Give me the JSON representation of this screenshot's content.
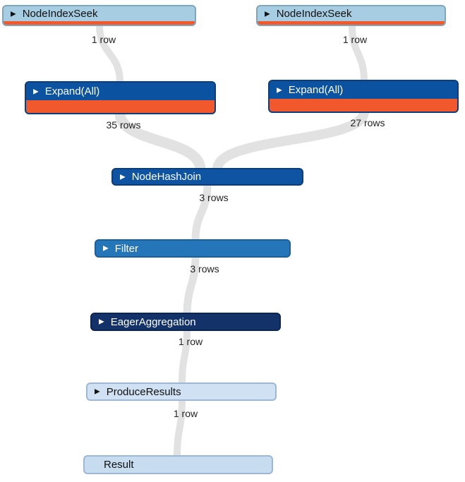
{
  "colors": {
    "orange_accent": "#f1582c",
    "connector_gray": "#e2e2e2",
    "seek_blue": "#a6cde2",
    "expand_blue": "#0b53a1",
    "hashjoin_blue": "#0e54a3",
    "filter_blue": "#2575b9",
    "eager_navy": "#133269",
    "produce_lightblue": "#cfe1f3",
    "result_lightblue": "#c8dcef"
  },
  "icons": {
    "expand_arrow": "▶"
  },
  "nodes": [
    {
      "label": "NodeIndexSeek",
      "rows": "1 row"
    },
    {
      "label": "NodeIndexSeek",
      "rows": "1 row"
    },
    {
      "label": "Expand(All)",
      "rows": "35 rows"
    },
    {
      "label": "Expand(All)",
      "rows": "27 rows"
    },
    {
      "label": "NodeHashJoin",
      "rows": "3 rows"
    },
    {
      "label": "Filter",
      "rows": "3 rows"
    },
    {
      "label": "EagerAggregation",
      "rows": "1 row"
    },
    {
      "label": "ProduceResults",
      "rows": "1 row"
    },
    {
      "label": "Result"
    }
  ]
}
